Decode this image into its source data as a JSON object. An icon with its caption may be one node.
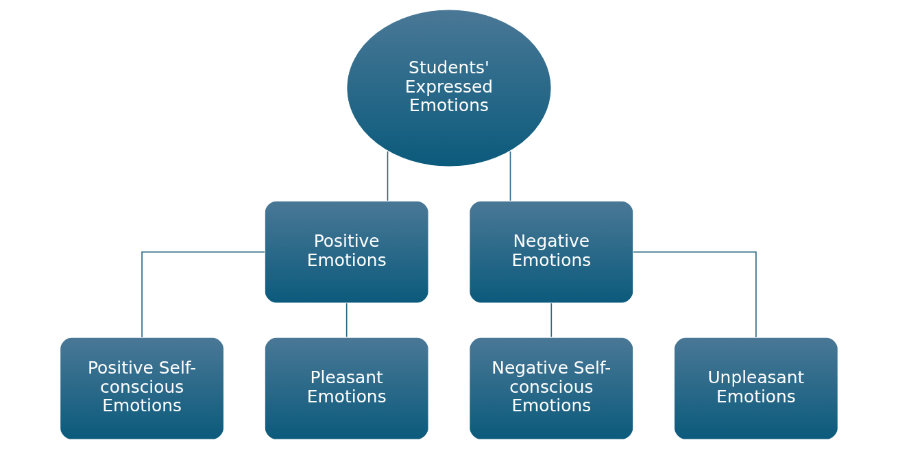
{
  "diagram": {
    "nodes": [
      {
        "text": [
          "Students' Expressed Emotions"
        ]
      },
      {
        "text": [
          "Positive Emotions"
        ]
      },
      {
        "text": [
          "Negative Emotions"
        ]
      },
      {
        "text": [
          "Positive Self-conscious Emotions"
        ]
      },
      {
        "text": [
          "Pleasant Emotions"
        ]
      },
      {
        "text": [
          "Negative Self-conscious Emotions"
        ]
      },
      {
        "text": [
          "Unpleasant Emotions"
        ]
      }
    ],
    "edges": [
      {
        "from": 0,
        "to": 1,
        "arrow": "none"
      },
      {
        "from": 0,
        "to": 2,
        "arrow": "none"
      },
      {
        "from": 1,
        "to": 3,
        "arrow": "none"
      },
      {
        "from": 1,
        "to": 4,
        "arrow": "none"
      },
      {
        "from": 2,
        "to": 5,
        "arrow": "none"
      },
      {
        "from": 2,
        "to": 6,
        "arrow": "none"
      }
    ]
  }
}
